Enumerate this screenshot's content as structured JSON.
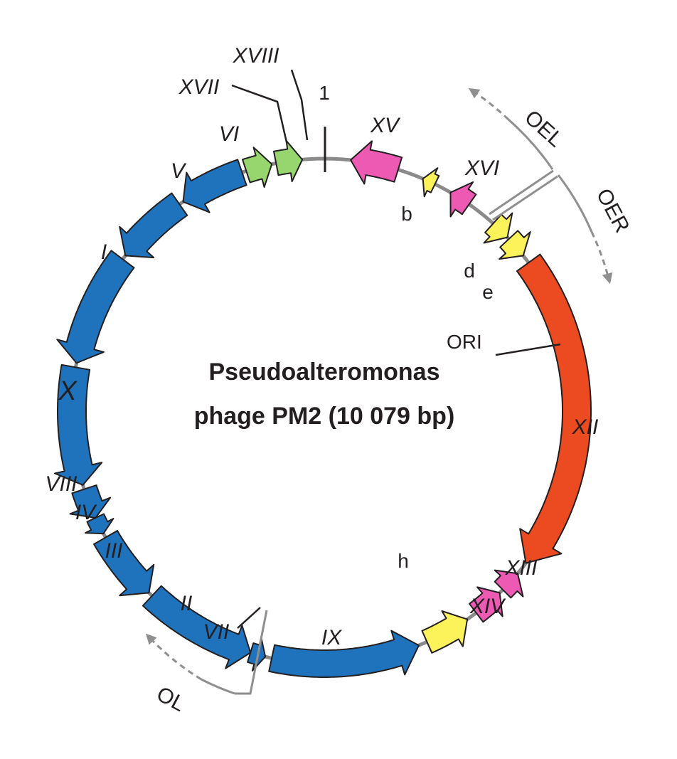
{
  "title": {
    "line1": "Pseudoalteromonas",
    "line2": "phage PM2 (10 079 bp)"
  },
  "colors": {
    "blue": "#1f73bd",
    "green": "#97d56e",
    "pink": "#ec5ab3",
    "yellow": "#fcf25a",
    "red": "#ec4a21",
    "backbone": "#8a8a8a",
    "promoter": "#8f8f8f"
  },
  "origin": {
    "position_label": "1",
    "ori_label": "ORI"
  },
  "genes": [
    {
      "id": "gene-xv",
      "label": "XV",
      "color": "pink",
      "strand": "reverse"
    },
    {
      "id": "gene-b",
      "label": "b",
      "color": "yellow",
      "strand": "reverse"
    },
    {
      "id": "gene-xvi",
      "label": "XVI",
      "color": "pink",
      "strand": "reverse"
    },
    {
      "id": "gene-d",
      "label": "d",
      "color": "yellow",
      "strand": "forward"
    },
    {
      "id": "gene-e",
      "label": "e",
      "color": "yellow",
      "strand": "forward"
    },
    {
      "id": "gene-xii",
      "label": "XII",
      "color": "red",
      "strand": "forward"
    },
    {
      "id": "gene-xiii",
      "label": "XIII",
      "color": "pink",
      "strand": "reverse"
    },
    {
      "id": "gene-xiv",
      "label": "XIV",
      "color": "pink",
      "strand": "reverse"
    },
    {
      "id": "gene-h",
      "label": "h",
      "color": "yellow",
      "strand": "reverse"
    },
    {
      "id": "gene-ix",
      "label": "IX",
      "color": "blue",
      "strand": "reverse"
    },
    {
      "id": "gene-vii",
      "label": "VII",
      "color": "blue",
      "strand": "reverse"
    },
    {
      "id": "gene-ii",
      "label": "II",
      "color": "blue",
      "strand": "reverse"
    },
    {
      "id": "gene-iii",
      "label": "III",
      "color": "blue",
      "strand": "reverse"
    },
    {
      "id": "gene-iv",
      "label": "IV",
      "color": "blue",
      "strand": "reverse"
    },
    {
      "id": "gene-viii",
      "label": "VIII",
      "color": "blue",
      "strand": "reverse"
    },
    {
      "id": "gene-x",
      "label": "X",
      "color": "blue",
      "strand": "reverse"
    },
    {
      "id": "gene-i",
      "label": "I",
      "color": "blue",
      "strand": "reverse"
    },
    {
      "id": "gene-v",
      "label": "V",
      "color": "blue",
      "strand": "reverse"
    },
    {
      "id": "gene-vi",
      "label": "VI",
      "color": "blue",
      "strand": "reverse"
    },
    {
      "id": "gene-xvii",
      "label": "XVII",
      "color": "green",
      "strand": "forward"
    },
    {
      "id": "gene-xviii",
      "label": "XVIII",
      "color": "green",
      "strand": "forward"
    }
  ],
  "promoters": [
    {
      "id": "promoter-oel",
      "label": "OEL"
    },
    {
      "id": "promoter-oer",
      "label": "OER"
    },
    {
      "id": "promoter-ol",
      "label": "OL"
    }
  ]
}
